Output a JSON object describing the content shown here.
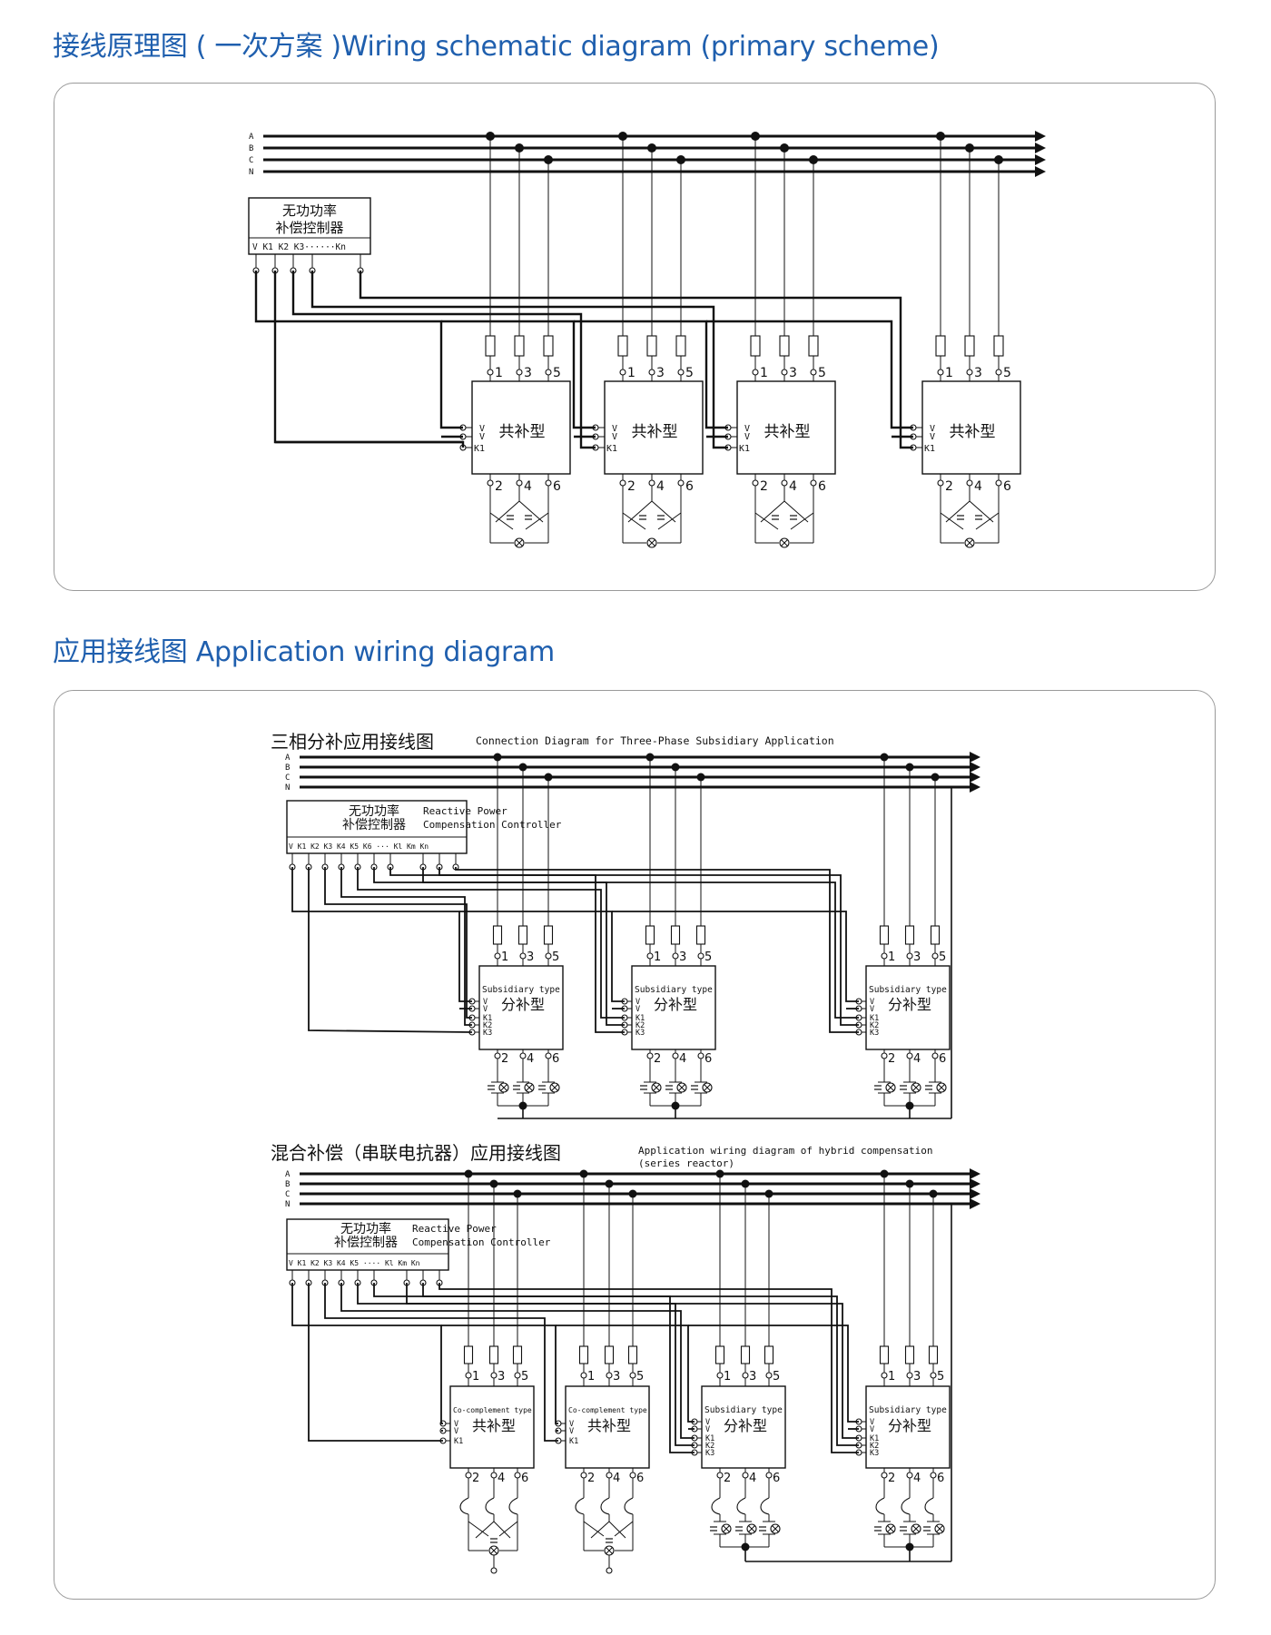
{
  "section1": {
    "title": "接线原理图 ( 一次方案 )Wiring schematic diagram (primary scheme)",
    "bus_labels": [
      "A",
      "B",
      "C",
      "N"
    ],
    "controller": {
      "name_line1": "无功功率",
      "name_line2": "补偿控制器",
      "terminals": "V  K1  K2  K3······Kn"
    },
    "unit_name": "共补型",
    "unit_inputs": [
      "V",
      "V",
      "K1"
    ],
    "top_terminals": [
      "1",
      "3",
      "5"
    ],
    "bottom_terminals": [
      "2",
      "4",
      "6"
    ]
  },
  "section2": {
    "title": "应用接线图 Application wiring diagram",
    "diagram_a": {
      "title_cn": "三相分补应用接线图",
      "title_en": "Connection Diagram for Three-Phase Subsidiary Application",
      "bus_labels": [
        "A",
        "B",
        "C",
        "N"
      ],
      "controller": {
        "name_cn_line1": "无功功率",
        "name_cn_line2": "补偿控制器",
        "name_en_line1": "Reactive Power",
        "name_en_line2": "Compensation Controller",
        "terminals": "V  K1  K2  K3  K4  K5  K6 ···  Kl  Km  Kn"
      },
      "unit_en": "Subsidiary type",
      "unit_cn": "分补型",
      "unit_inputs": [
        "V",
        "V",
        "K1",
        "K2",
        "K3"
      ],
      "top_terminals": [
        "1",
        "3",
        "5"
      ],
      "bottom_terminals": [
        "2",
        "4",
        "6"
      ]
    },
    "diagram_b": {
      "title_cn": "混合补偿（串联电抗器）应用接线图",
      "title_en_line1": "Application wiring diagram of hybrid compensation",
      "title_en_line2": "(series reactor)",
      "bus_labels": [
        "A",
        "B",
        "C",
        "N"
      ],
      "controller": {
        "name_cn_line1": "无功功率",
        "name_cn_line2": "补偿控制器",
        "name_en_line1": "Reactive Power",
        "name_en_line2": "Compensation Controller",
        "terminals": "V  K1  K2  K3  K4  K5 ····  Kl  Km  Kn"
      },
      "co_unit_en": "Co-complement type",
      "co_unit_cn": "共补型",
      "co_unit_inputs": [
        "V",
        "V",
        "K1"
      ],
      "sub_unit_en": "Subsidiary type",
      "sub_unit_cn": "分补型",
      "sub_unit_inputs": [
        "V",
        "V",
        "K1",
        "K2",
        "K3"
      ],
      "top_terminals": [
        "1",
        "3",
        "5"
      ],
      "bottom_terminals": [
        "2",
        "4",
        "6"
      ]
    }
  }
}
